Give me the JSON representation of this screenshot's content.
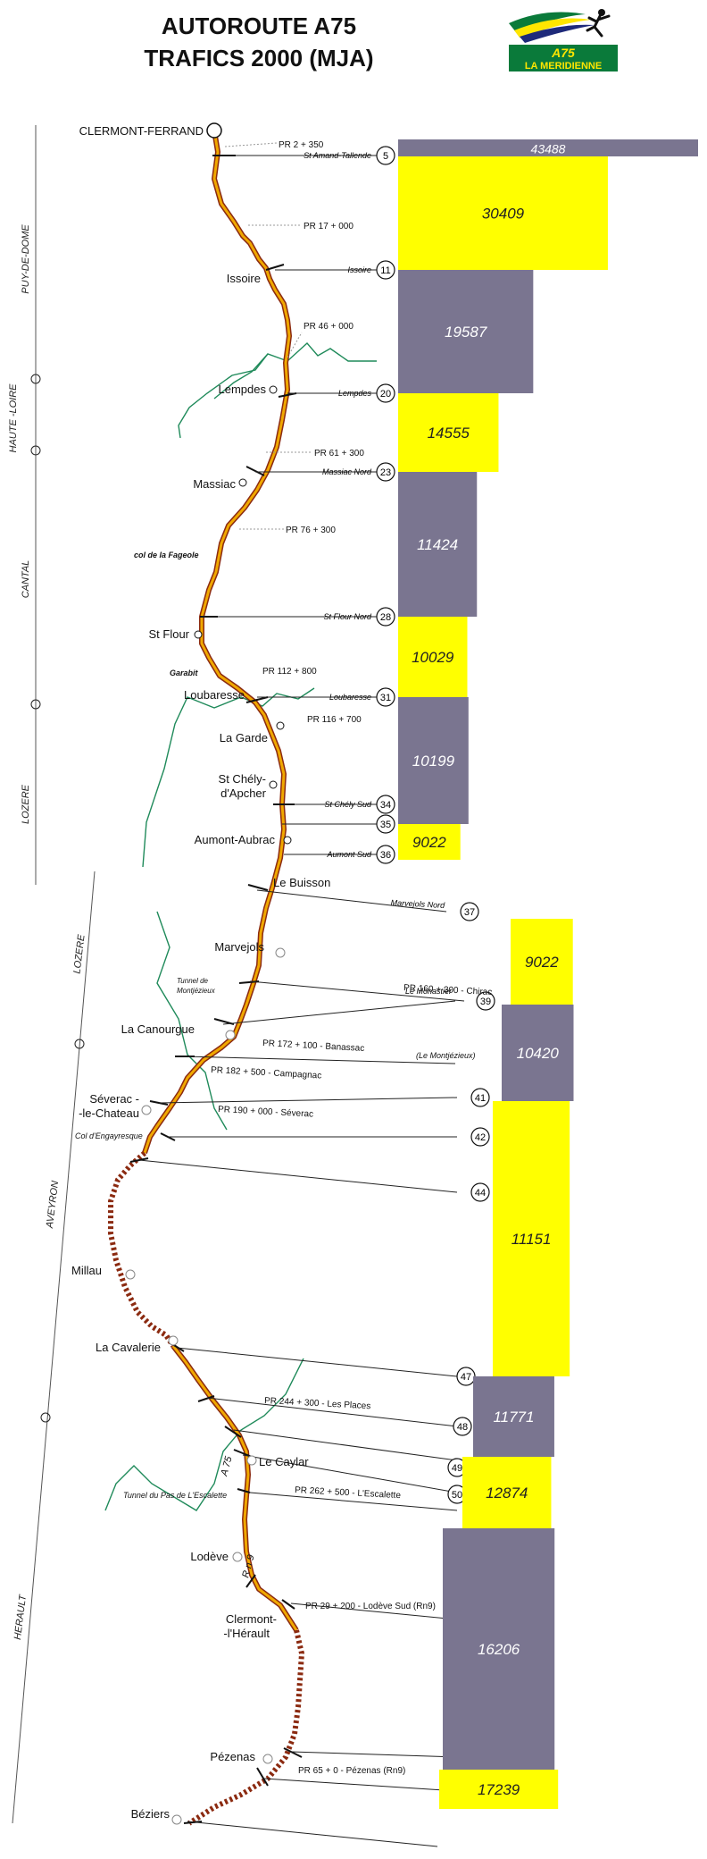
{
  "title_line1": "AUTOROUTE A75",
  "title_line2": "TRAFICS 2000 (MJA)",
  "logo": {
    "line1": "A75",
    "line2": "LA MERIDIENNE",
    "colors": {
      "green": "#0a7a3a",
      "yellow": "#ffe600",
      "blue": "#1e2a7a"
    }
  },
  "colors": {
    "yellow_bar": "#ffff00",
    "grey_bar": "#7a7590",
    "route": "#e8a000",
    "route_edge": "#8b2a10",
    "river": "#1f8a5a"
  },
  "regions": [
    "PUY-DE-DOME",
    "HAUTE -LOIRE",
    "CANTAL",
    "LOZERE",
    "LOZERE",
    "AVEYRON",
    "HERAULT"
  ],
  "towns": [
    "CLERMONT-FERRAND",
    "Issoire",
    "Lempdes",
    "Massiac",
    "col de la Fageole",
    "St Flour",
    "Garabit",
    "Loubaresse",
    "La Garde",
    "St Chély-",
    "d'Apcher",
    "Aumont-Aubrac",
    "Le Buisson",
    "Marvejols",
    "Tunnel de",
    "Montjézieux",
    "La Canourgue",
    "Séverac -",
    "-le-Chateau",
    "Col d'Engayresque",
    "Millau",
    "La Cavalerie",
    "Le Caylar",
    "Tunnel du Pas de L'Escalette",
    "Lodève",
    "Clermont-",
    "-l'Hérault",
    "Pézenas",
    "Béziers"
  ],
  "road_labels": [
    "A 75",
    "R n 9"
  ],
  "pr_markers": [
    "PR 2 + 350",
    "PR 17 + 000",
    "PR 46 + 000",
    "PR 61 + 300",
    "PR 76 + 300",
    "PR 112 + 800",
    "PR 116 + 700",
    "PR 160 + 300 - Chirac",
    "PR 172 + 100 - Banassac",
    "PR 182 + 500 - Campagnac",
    "PR 190 + 000 - Séverac",
    "PR 244 + 300 - Les Places",
    "PR 262 + 500 - L'Escalette",
    "PR 29 + 200 - Lodève Sud (Rn9)",
    "PR 65 + 0 - Pézenas (Rn9)"
  ],
  "exits": [
    {
      "num": "5",
      "name": "St Amand-Tallende"
    },
    {
      "num": "11",
      "name": "Issoire"
    },
    {
      "num": "20",
      "name": "Lempdes"
    },
    {
      "num": "23",
      "name": "Massiac Nord"
    },
    {
      "num": "28",
      "name": "St Flour Nord"
    },
    {
      "num": "31",
      "name": "Loubaresse"
    },
    {
      "num": "34",
      "name": "St Chély Sud"
    },
    {
      "num": "35",
      "name": ""
    },
    {
      "num": "36",
      "name": "Aumont Sud"
    },
    {
      "num": "37",
      "name": "Marvejols Nord"
    },
    {
      "num": "39",
      "name": "Le Monastier"
    },
    {
      "num": "41",
      "name": ""
    },
    {
      "num": "42",
      "name": ""
    },
    {
      "num": "44",
      "name": ""
    },
    {
      "num": "47",
      "name": ""
    },
    {
      "num": "48",
      "name": ""
    },
    {
      "num": "49",
      "name": ""
    },
    {
      "num": "50",
      "name": ""
    }
  ],
  "extra_labels": [
    "(Le Montjézieux)"
  ],
  "traffic": [
    {
      "value": 43488,
      "color": "grey"
    },
    {
      "value": 30409,
      "color": "yellow"
    },
    {
      "value": 19587,
      "color": "grey"
    },
    {
      "value": 14555,
      "color": "yellow"
    },
    {
      "value": 11424,
      "color": "grey"
    },
    {
      "value": 10029,
      "color": "yellow"
    },
    {
      "value": 10199,
      "color": "grey"
    },
    {
      "value": 9022,
      "color": "yellow"
    },
    {
      "value": 9022,
      "color": "yellow"
    },
    {
      "value": 10420,
      "color": "grey"
    },
    {
      "value": 11151,
      "color": "yellow"
    },
    {
      "value": 11771,
      "color": "grey"
    },
    {
      "value": 12874,
      "color": "yellow"
    },
    {
      "value": 16206,
      "color": "grey"
    },
    {
      "value": 17239,
      "color": "yellow"
    }
  ]
}
